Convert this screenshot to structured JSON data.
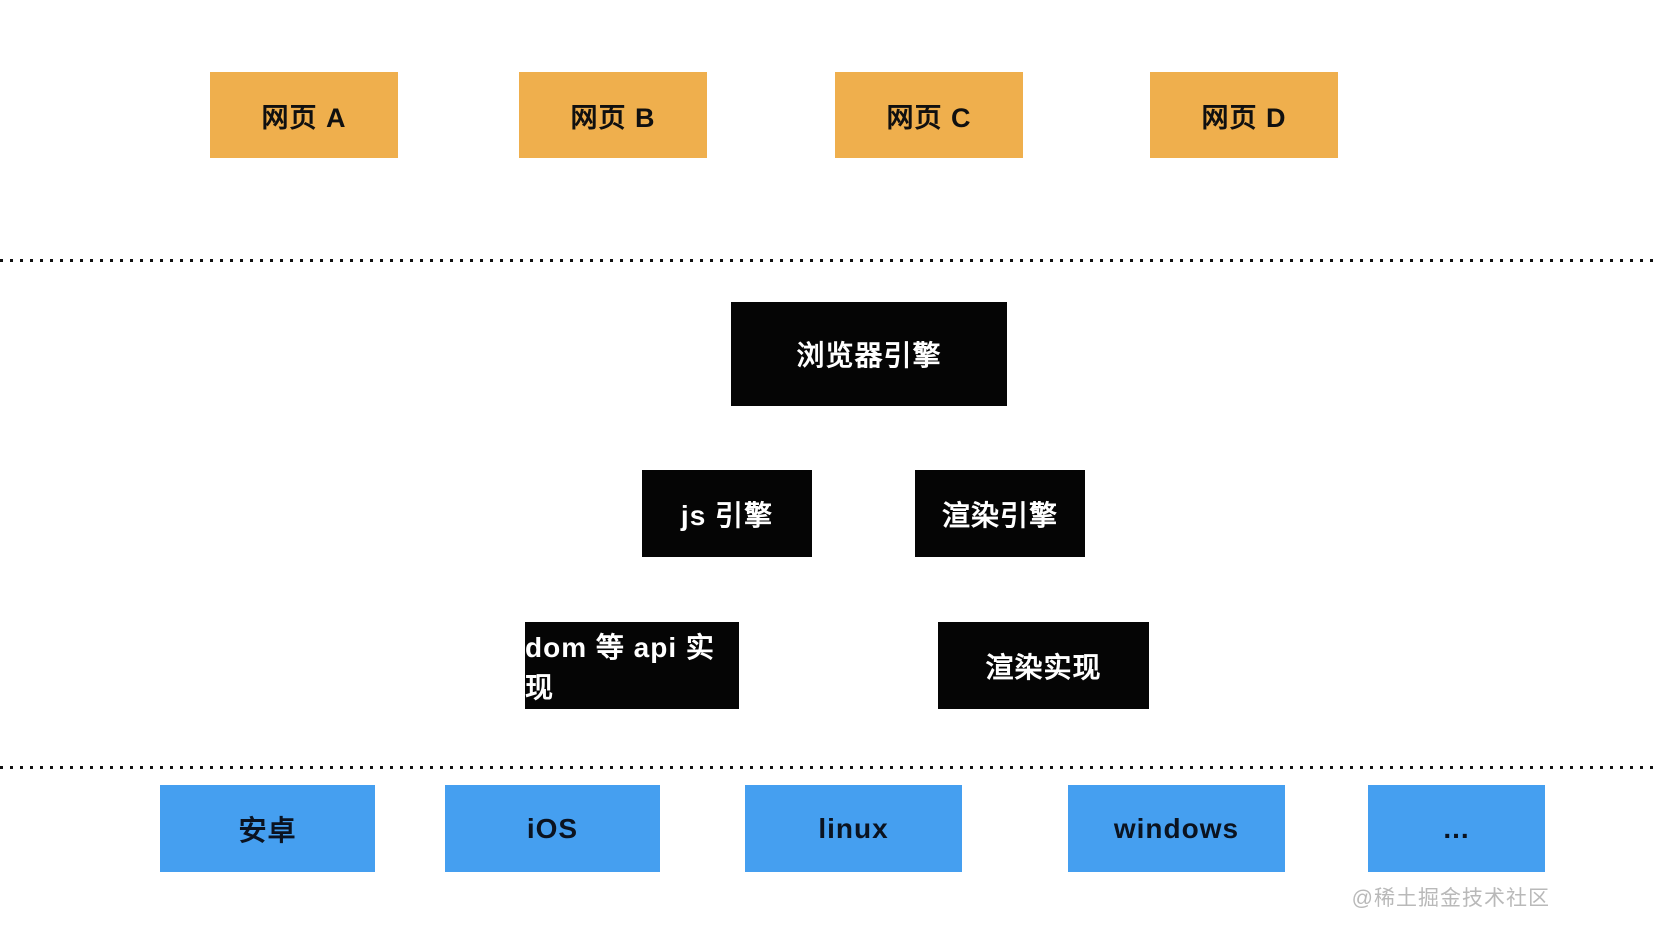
{
  "diagram": {
    "type": "browser-architecture-layers",
    "colors": {
      "webpage_box": "#efaf4d",
      "engine_box": "#050505",
      "platform_box": "#459ff0",
      "text_on_dark": "#ffffff",
      "text_on_light": "#101010",
      "separator": "#111111",
      "watermark": "#b9b9b9",
      "background": "#ffffff"
    },
    "pages": {
      "items": [
        {
          "label": "网页 A"
        },
        {
          "label": "网页 B"
        },
        {
          "label": "网页 C"
        },
        {
          "label": "网页 D"
        }
      ]
    },
    "browser_engine": {
      "label": "浏览器引擎"
    },
    "engines": {
      "js": {
        "label": "js 引擎"
      },
      "render": {
        "label": "渲染引擎"
      }
    },
    "implementations": {
      "dom_api": {
        "label": "dom 等 api 实现"
      },
      "render": {
        "label": "渲染实现"
      }
    },
    "platforms": {
      "items": [
        {
          "label": "安卓"
        },
        {
          "label": "iOS"
        },
        {
          "label": "linux"
        },
        {
          "label": "windows"
        },
        {
          "label": "..."
        }
      ]
    },
    "watermark": {
      "text": "@稀土掘金技术社区"
    }
  }
}
